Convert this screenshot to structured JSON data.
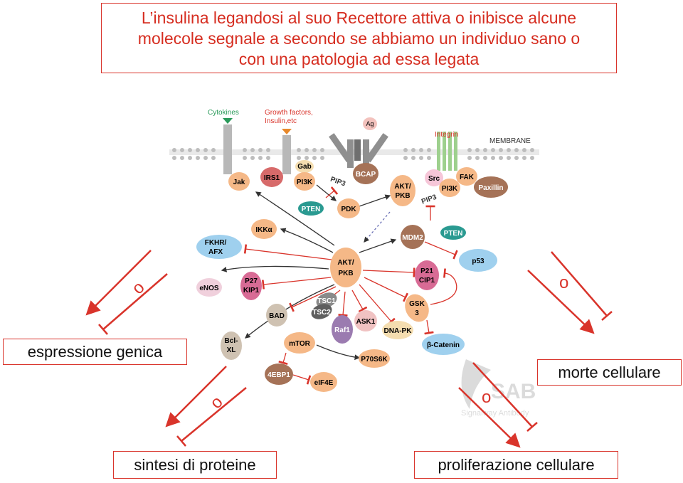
{
  "title": {
    "line1": "L’insulina legandosi al suo Recettore attiva o inibisce alcune",
    "line2": "molecole segnale  a secondo se abbiamo un individuo sano o",
    "line3": "con una patologia ad essa legata"
  },
  "outcomes": {
    "gene_expression": "espressione genica",
    "cell_death": "morte cellulare",
    "protein_synthesis": "sintesi di proteine",
    "cell_proliferation": "proliferazione cellulare"
  },
  "or_marks": [
    "o",
    "o",
    "o",
    "o"
  ],
  "diagram": {
    "cytokines": "Cytokines",
    "growth_factors_line1": "Growth factors,",
    "growth_factors_line2": "Insulin,etc",
    "ag": "Ag",
    "integrin": "Integrin",
    "membrane": "MEMBRANE",
    "nodes": {
      "jak": "Jak",
      "irs1": "IRS1",
      "gab": "Gab",
      "pi3k_left": "PI3K",
      "pip3_left": "PIP3",
      "bcap": "BCAP",
      "pten_left": "PTEN",
      "pdk": "PDK",
      "akt_top_1": "AKT/",
      "akt_top_2": "PKB",
      "src": "Src",
      "pi3k_right": "PI3K",
      "fak": "FAK",
      "paxillin": "Paxillin",
      "pip3_right": "PIP3",
      "ikka": "IKKα",
      "mdm2": "MDM2",
      "pten_right": "PTEN",
      "fkhr_1": "FKHR/",
      "fkhr_2": "AFX",
      "akt_center_1": "AKT/",
      "akt_center_2": "PKB",
      "p53": "p53",
      "enos": "eNOS",
      "p27_1": "P27",
      "p27_2": "KIP1",
      "p21_1": "P21",
      "p21_2": "CIP1",
      "bad": "BAD",
      "tsc1": "TSC1",
      "tsc2": "TSC2",
      "gsk_1": "GSK",
      "gsk_2": "3",
      "ask1": "ASK1",
      "raf1": "Raf1",
      "dnapk": "DNA-PK",
      "bclxl_1": "Bcl-",
      "bclxl_2": "XL",
      "mtor": "mTOR",
      "bcatenin": "β-Catenin",
      "p70s6k": "P70S6K",
      "4ebp1": "4EBP1",
      "eif4e": "eIF4E"
    },
    "watermark_line1": "SAB",
    "watermark_line2": "Signalway Antibody"
  },
  "colors": {
    "accent_red": "#d9342b",
    "node_orange": "#f5b887",
    "node_pink": "#d86b95",
    "node_teal": "#2a9a91",
    "node_blue": "#9fd0ee",
    "node_brown": "#a57257",
    "node_gray": "#cfcfcf",
    "node_purple": "#9b7bb0"
  }
}
